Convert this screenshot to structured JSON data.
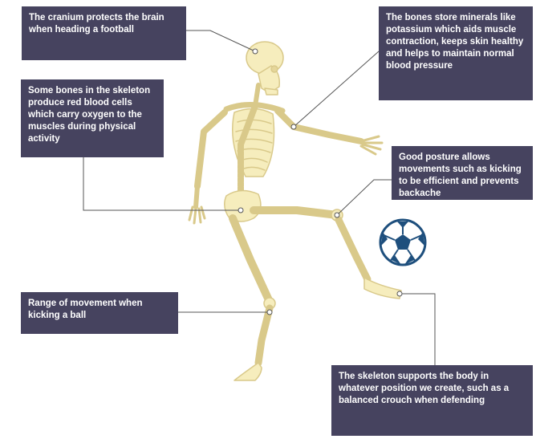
{
  "callouts": {
    "cranium": "The cranium protects the brain when heading a football",
    "minerals": "The bones store minerals like potassium which aids muscle contraction, keeps skin healthy and helps to maintain normal blood pressure",
    "red_blood_cells": "Some bones in the skeleton produce red blood cells which carry oxygen to the muscles during physical activity",
    "posture": "Good posture allows movements such as kicking to be efficient and prevents backache",
    "range_of_movement": "Range of movement when kicking a ball",
    "support": "The skeleton supports the body in whatever position we create, such as a balanced crouch when defending"
  },
  "colors": {
    "callout_bg": "#46435f",
    "callout_text": "#ffffff",
    "bone_fill": "#f6edbd",
    "bone_stroke": "#d9c98a",
    "leader_line": "#555555",
    "ball_blue": "#1e4f7d"
  },
  "icons": [
    "skeleton-figure",
    "football-icon"
  ]
}
